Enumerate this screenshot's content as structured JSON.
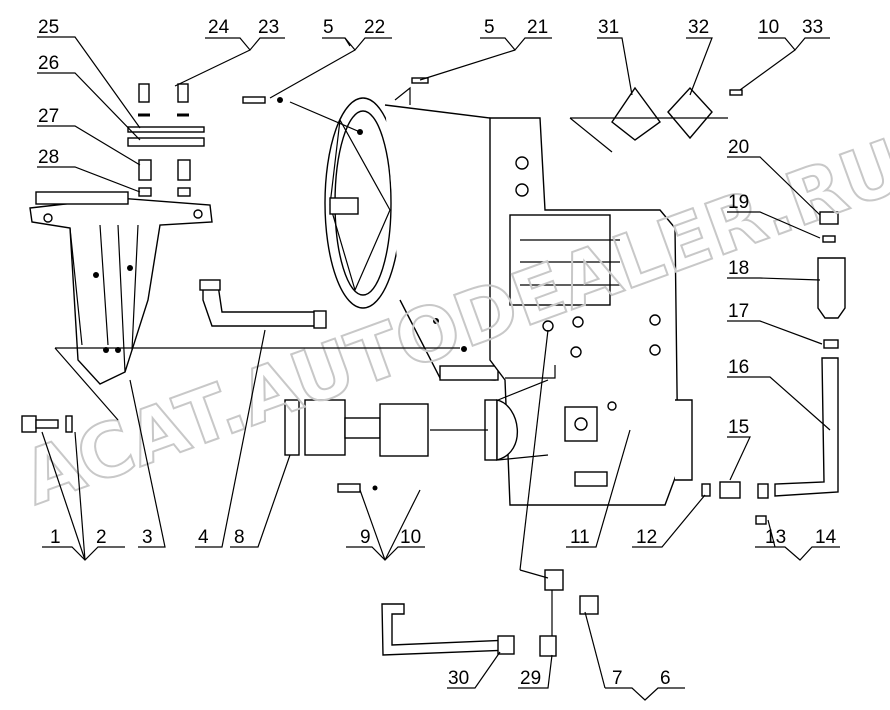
{
  "diagram": {
    "watermark": "ACAT.AUTODEALER.RU",
    "callouts": {
      "c1": "1",
      "c2": "2",
      "c3": "3",
      "c4": "4",
      "c5a": "5",
      "c5b": "5",
      "c6": "6",
      "c7": "7",
      "c8": "8",
      "c9": "9",
      "c10a": "10",
      "c10b": "10",
      "c11": "11",
      "c12": "12",
      "c13": "13",
      "c14": "14",
      "c15": "15",
      "c16": "16",
      "c17": "17",
      "c18": "18",
      "c19": "19",
      "c20": "20",
      "c21": "21",
      "c22": "22",
      "c23": "23",
      "c24": "24",
      "c25": "25",
      "c26": "26",
      "c27": "27",
      "c28": "28",
      "c29": "29",
      "c30": "30",
      "c31": "31",
      "c32": "32",
      "c33": "33"
    }
  }
}
